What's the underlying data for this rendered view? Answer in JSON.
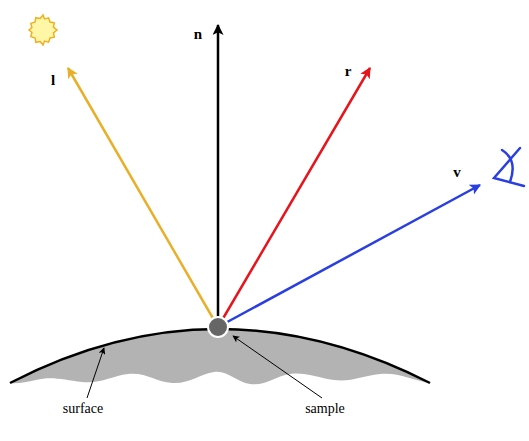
{
  "diagram": {
    "labels": [
      "n",
      "l",
      "r",
      "v",
      "surface",
      "sample"
    ]
  }
}
